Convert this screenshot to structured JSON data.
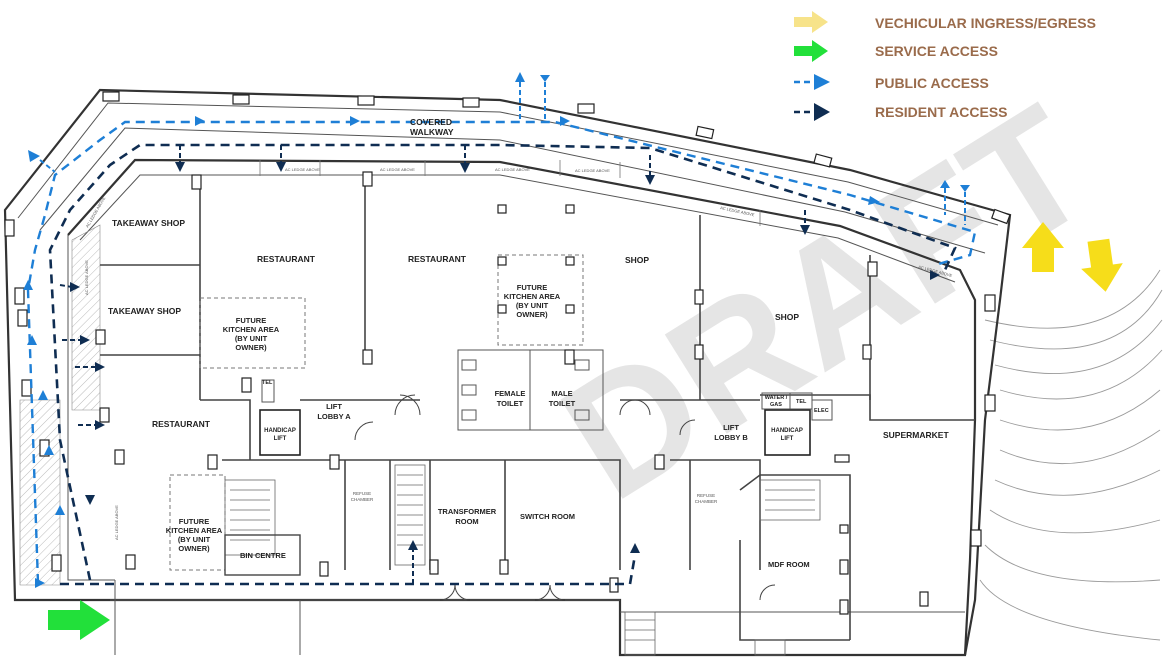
{
  "legend": [
    {
      "label": "VECHICULAR INGRESS/EGRESS",
      "color": "#f7e38a"
    },
    {
      "label": "SERVICE ACCESS",
      "color": "#22e03a"
    },
    {
      "label": "PUBLIC ACCESS",
      "color": "#1e7fd6"
    },
    {
      "label": "RESIDENT ACCESS",
      "color": "#0f2d52"
    }
  ],
  "legend_text_color": "#9a6b4b",
  "watermark": "DRAFT",
  "rooms": {
    "covered_walkway_1": "COVERED",
    "covered_walkway_2": "WALKWAY",
    "takeaway_shop_1": "TAKEAWAY SHOP",
    "takeaway_shop_2": "TAKEAWAY SHOP",
    "restaurant_1": "RESTAURANT",
    "restaurant_2": "RESTAURANT",
    "restaurant_3": "RESTAURANT",
    "shop_1": "SHOP",
    "shop_2": "SHOP",
    "supermarket": "SUPERMARKET",
    "future_kitchen_a": [
      "FUTURE",
      "KITCHEN AREA",
      "(BY UNIT",
      "OWNER)"
    ],
    "future_kitchen_b": [
      "FUTURE",
      "KITCHEN AREA",
      "(BY UNIT",
      "OWNER)"
    ],
    "future_kitchen_c": [
      "FUTURE",
      "KITCHEN AREA",
      "(BY UNIT",
      "OWNER)"
    ],
    "female_toilet": [
      "FEMALE",
      "TOILET"
    ],
    "male_toilet": [
      "MALE",
      "TOILET"
    ],
    "lift_lobby_a": [
      "LIFT",
      "LOBBY A"
    ],
    "lift_lobby_b": [
      "LIFT",
      "LOBBY B"
    ],
    "handicap_lift_a": [
      "HANDICAP",
      "LIFT"
    ],
    "handicap_lift_b": [
      "HANDICAP",
      "LIFT"
    ],
    "transformer_room": [
      "TRANSFORMER",
      "ROOM"
    ],
    "switch_room": "SWITCH ROOM",
    "bin_centre": "BIN CENTRE",
    "mdf_room": "MDF ROOM",
    "water_gas": [
      "WATER /",
      "GAS"
    ],
    "tel_a": "TEL",
    "tel_b": "TEL",
    "elec": "ELEC",
    "ac_ledge": "AC LEDGE ABOVE",
    "refuse_chamber": [
      "REFUSE",
      "CHAMBER"
    ]
  }
}
